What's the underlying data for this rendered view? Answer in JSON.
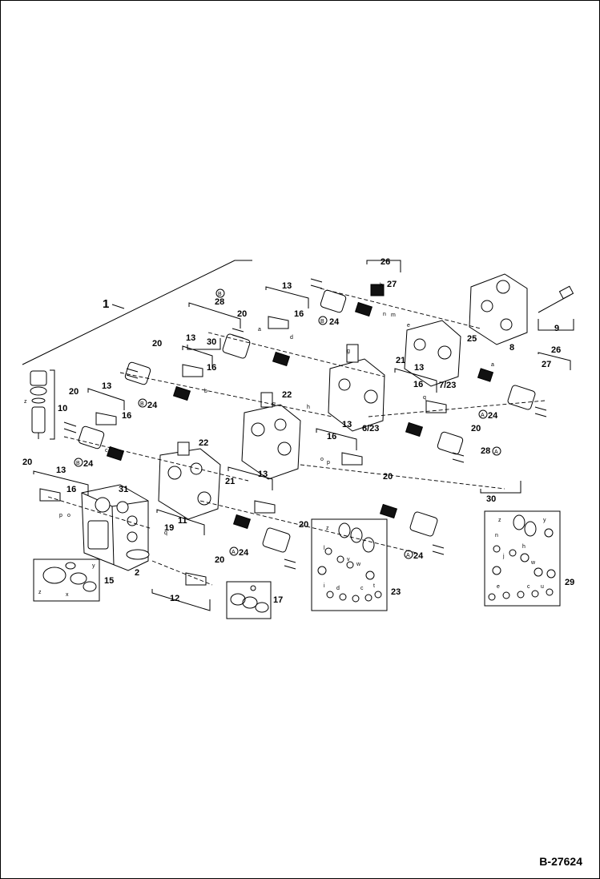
{
  "diagram": {
    "drawing_code": "B-27624",
    "main_label": "1",
    "callouts": [
      "2",
      "6/23",
      "7/23",
      "8",
      "9",
      "10",
      "11",
      "12",
      "13",
      "15",
      "16",
      "17",
      "19",
      "20",
      "21",
      "22",
      "23",
      "24",
      "25",
      "26",
      "27",
      "28",
      "29",
      "30",
      "31"
    ],
    "circle_markers": [
      "A",
      "B"
    ],
    "seal_letters": [
      "a",
      "b",
      "c",
      "d",
      "e",
      "f",
      "g",
      "h",
      "i",
      "j",
      "k",
      "l",
      "m",
      "n",
      "o",
      "p",
      "q",
      "s",
      "t",
      "u",
      "v",
      "w",
      "x",
      "y",
      "z"
    ]
  },
  "colors": {
    "line": "#000000",
    "background": "#ffffff"
  }
}
